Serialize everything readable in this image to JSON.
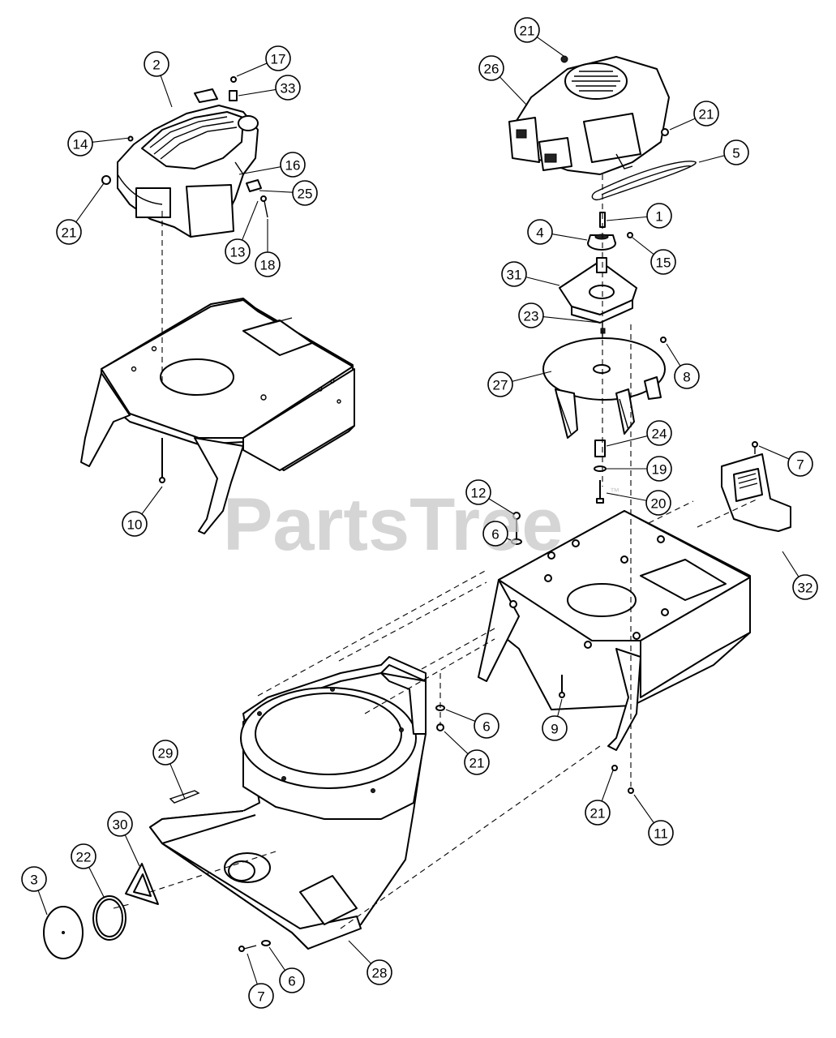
{
  "watermark": {
    "text": "PartsTree",
    "mark": "™"
  },
  "callouts": [
    {
      "num": "2"
    },
    {
      "num": "17"
    },
    {
      "num": "33"
    },
    {
      "num": "14"
    },
    {
      "num": "16"
    },
    {
      "num": "25"
    },
    {
      "num": "21"
    },
    {
      "num": "13"
    },
    {
      "num": "18"
    },
    {
      "num": "10"
    },
    {
      "num": "21"
    },
    {
      "num": "26"
    },
    {
      "num": "21"
    },
    {
      "num": "5"
    },
    {
      "num": "1"
    },
    {
      "num": "4"
    },
    {
      "num": "15"
    },
    {
      "num": "31"
    },
    {
      "num": "23"
    },
    {
      "num": "8"
    },
    {
      "num": "27"
    },
    {
      "num": "24"
    },
    {
      "num": "7"
    },
    {
      "num": "19"
    },
    {
      "num": "20"
    },
    {
      "num": "12"
    },
    {
      "num": "6"
    },
    {
      "num": "32"
    },
    {
      "num": "9"
    },
    {
      "num": "6"
    },
    {
      "num": "21"
    },
    {
      "num": "29"
    },
    {
      "num": "21"
    },
    {
      "num": "11"
    },
    {
      "num": "30"
    },
    {
      "num": "22"
    },
    {
      "num": "3"
    },
    {
      "num": "28"
    },
    {
      "num": "6"
    },
    {
      "num": "7"
    }
  ]
}
